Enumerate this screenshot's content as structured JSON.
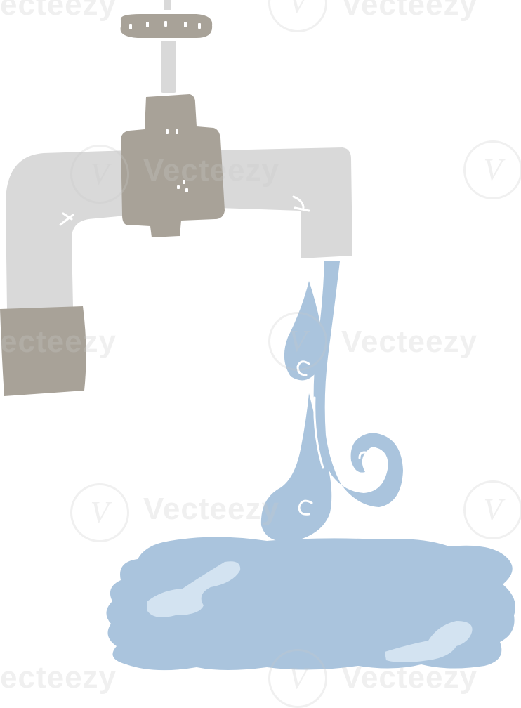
{
  "image": {
    "subject": "cartoon running water tap",
    "colors": {
      "background": "#ffffff",
      "pipe": "#d9d9d9",
      "valve_body": "#a8a298",
      "handle": "#a8a298",
      "water": "#aac4dd",
      "water_highlight": "#d3e3f1",
      "outline": "#ffffff"
    }
  },
  "watermark": {
    "brand": "Vecteezy",
    "partial": "ecteezy"
  }
}
